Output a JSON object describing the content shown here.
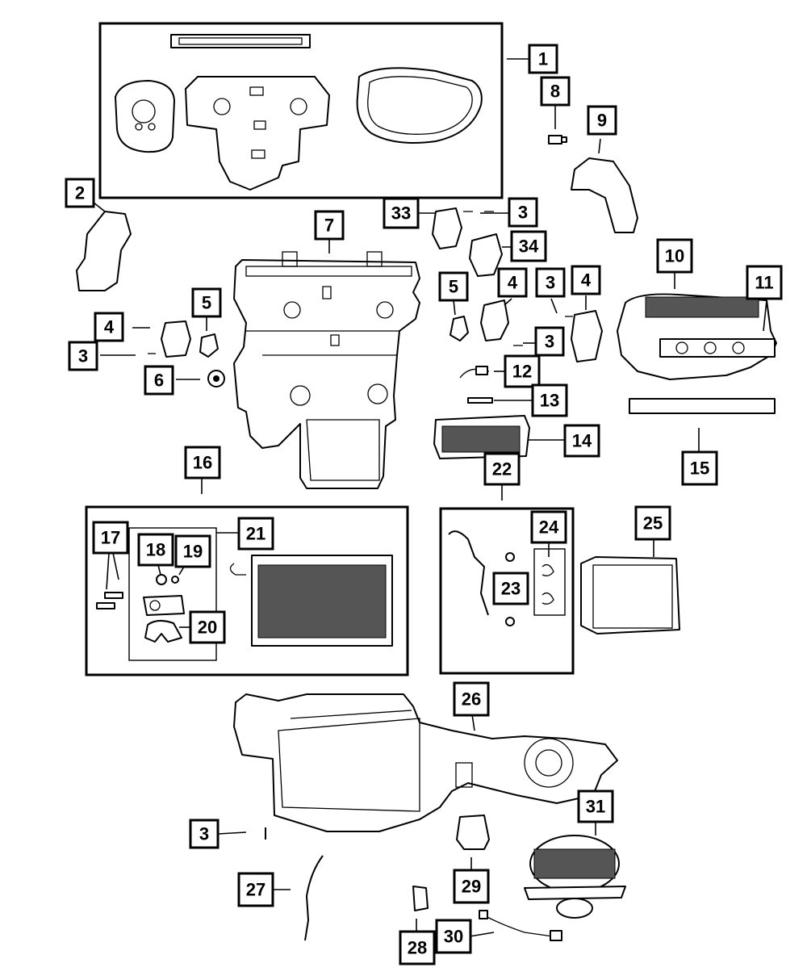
{
  "diagram": {
    "callouts": [
      {
        "id": "c1",
        "label": "1"
      },
      {
        "id": "c2",
        "label": "2"
      },
      {
        "id": "c3a",
        "label": "3"
      },
      {
        "id": "c3b",
        "label": "3"
      },
      {
        "id": "c3c",
        "label": "3"
      },
      {
        "id": "c3d",
        "label": "3"
      },
      {
        "id": "c3e",
        "label": "3"
      },
      {
        "id": "c4a",
        "label": "4"
      },
      {
        "id": "c4b",
        "label": "4"
      },
      {
        "id": "c4c",
        "label": "4"
      },
      {
        "id": "c5a",
        "label": "5"
      },
      {
        "id": "c5b",
        "label": "5"
      },
      {
        "id": "c6",
        "label": "6"
      },
      {
        "id": "c7",
        "label": "7"
      },
      {
        "id": "c8",
        "label": "8"
      },
      {
        "id": "c9",
        "label": "9"
      },
      {
        "id": "c10",
        "label": "10"
      },
      {
        "id": "c11",
        "label": "11"
      },
      {
        "id": "c12",
        "label": "12"
      },
      {
        "id": "c13",
        "label": "13"
      },
      {
        "id": "c14",
        "label": "14"
      },
      {
        "id": "c15",
        "label": "15"
      },
      {
        "id": "c16",
        "label": "16"
      },
      {
        "id": "c17",
        "label": "17"
      },
      {
        "id": "c18",
        "label": "18"
      },
      {
        "id": "c19",
        "label": "19"
      },
      {
        "id": "c20",
        "label": "20"
      },
      {
        "id": "c21",
        "label": "21"
      },
      {
        "id": "c22",
        "label": "22"
      },
      {
        "id": "c23",
        "label": "23"
      },
      {
        "id": "c24",
        "label": "24"
      },
      {
        "id": "c25",
        "label": "25"
      },
      {
        "id": "c26",
        "label": "26"
      },
      {
        "id": "c27",
        "label": "27"
      },
      {
        "id": "c28",
        "label": "28"
      },
      {
        "id": "c29",
        "label": "29"
      },
      {
        "id": "c30",
        "label": "30"
      },
      {
        "id": "c31",
        "label": "31"
      },
      {
        "id": "c33",
        "label": "33"
      },
      {
        "id": "c34",
        "label": "34"
      }
    ]
  }
}
